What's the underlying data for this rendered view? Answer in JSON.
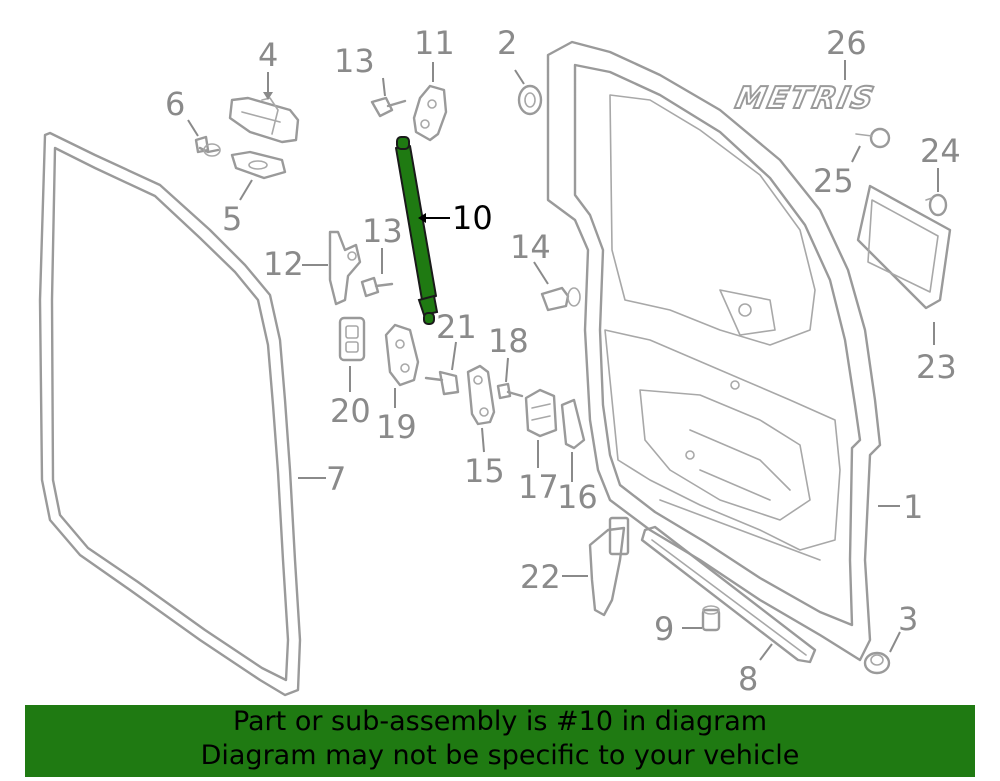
{
  "diagram": {
    "highlighted_part": "10",
    "brand_logo": "METRIS",
    "callouts": [
      "1",
      "2",
      "3",
      "4",
      "5",
      "6",
      "7",
      "8",
      "9",
      "10",
      "11",
      "12",
      "13",
      "13",
      "14",
      "15",
      "16",
      "17",
      "18",
      "19",
      "20",
      "21",
      "22",
      "23",
      "24",
      "25",
      "26"
    ],
    "colors": {
      "highlight": "#1f7a12",
      "line": "#9a9a9a"
    }
  },
  "banner": {
    "line1": "Part or sub-assembly is #10 in diagram",
    "line2": "Diagram may not be specific to your vehicle"
  }
}
